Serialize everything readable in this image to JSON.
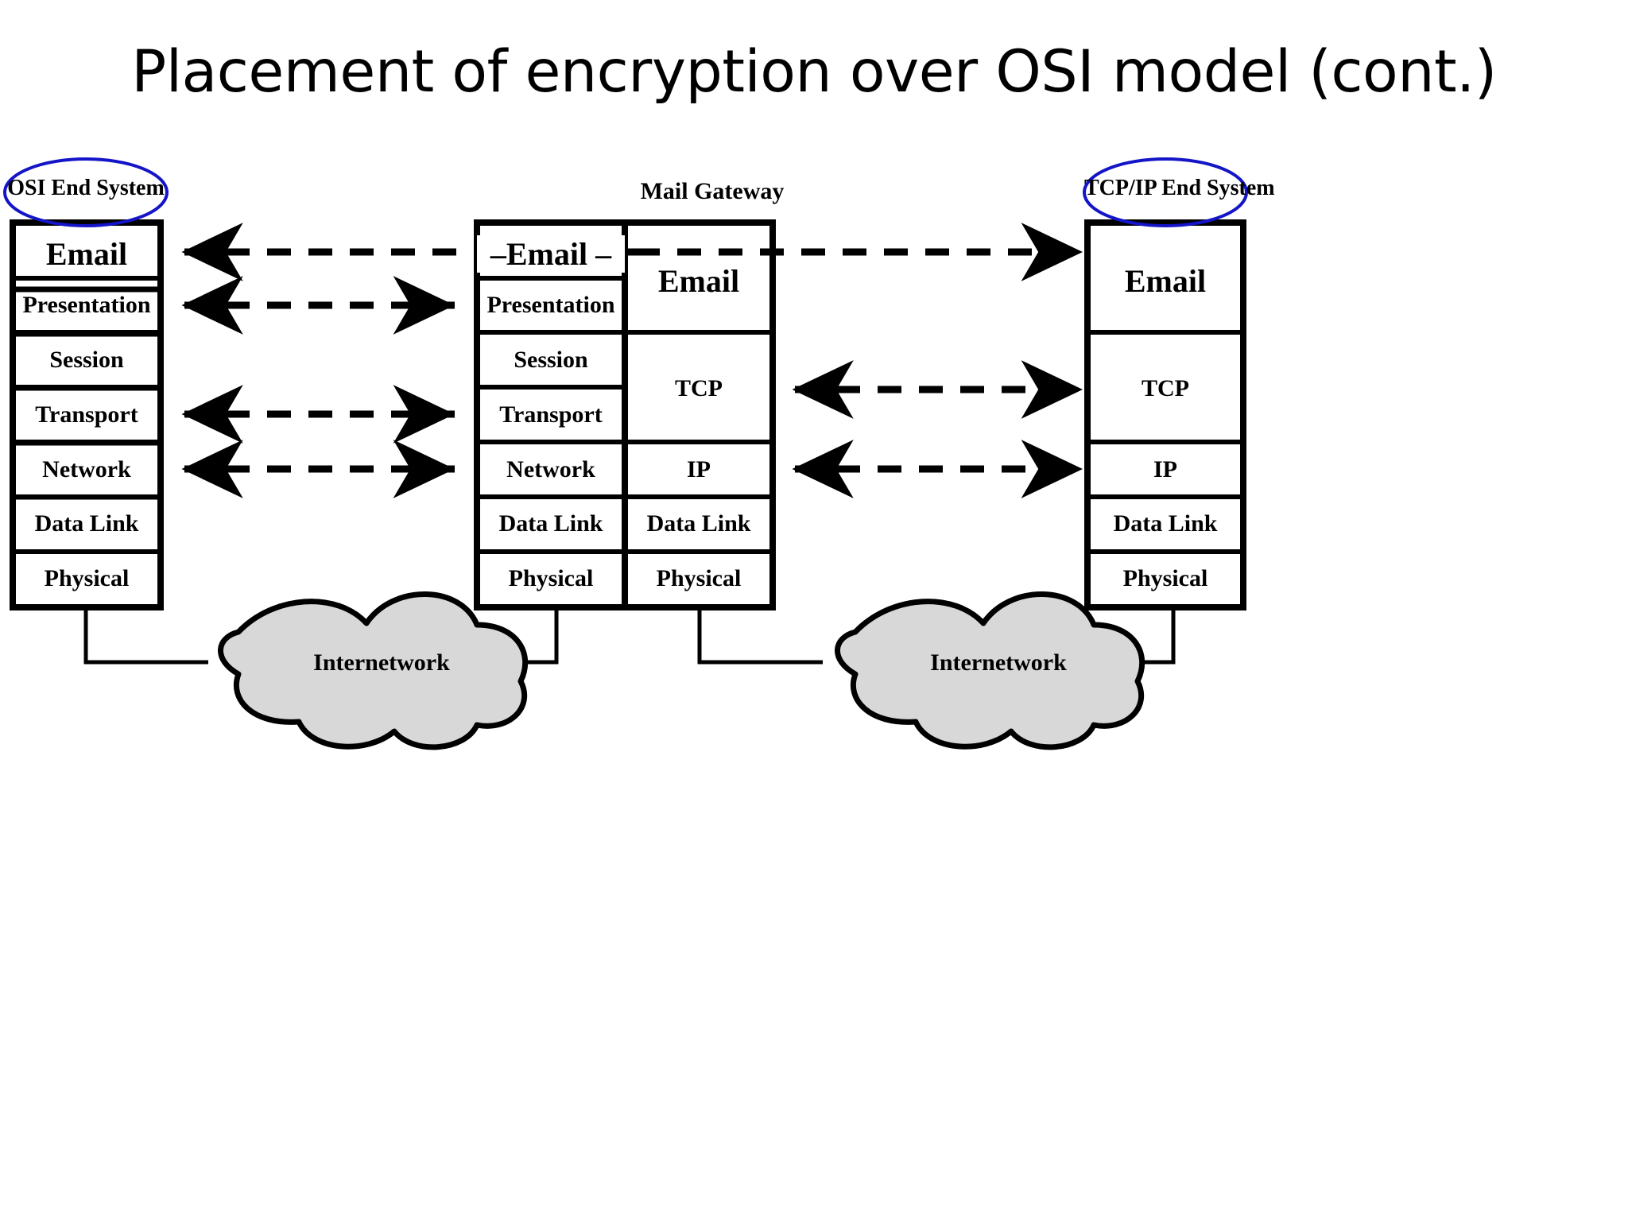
{
  "slide": {
    "title": "Placement of encryption over OSI model (cont.)"
  },
  "diagram": {
    "type": "network-layer-diagram",
    "colors": {
      "ellipse_stroke": "#1414c8",
      "cloud_fill": "#d8d8d8",
      "cloud_stroke": "#000000",
      "box_stroke": "#000000",
      "text": "#000000",
      "background": "#ffffff"
    },
    "captions": {
      "left_system": "OSI End\nSystem",
      "middle_system": "Mail Gateway",
      "right_system": "TCP/IP End\nSystem"
    },
    "left_stack": {
      "name": "OSI End System",
      "layers": [
        {
          "label": "Email",
          "emphasis": "big"
        },
        {
          "label": "Presentation",
          "emphasis": "normal"
        },
        {
          "label": "Session",
          "emphasis": "normal"
        },
        {
          "label": "Transport",
          "emphasis": "normal"
        },
        {
          "label": "Network",
          "emphasis": "normal"
        },
        {
          "label": "Data Link",
          "emphasis": "normal"
        },
        {
          "label": "Physical",
          "emphasis": "normal"
        }
      ]
    },
    "gateway_osi_stack": {
      "name": "Mail Gateway OSI side",
      "layers": [
        {
          "label": "–Email –",
          "emphasis": "big"
        },
        {
          "label": "Presentation",
          "emphasis": "normal"
        },
        {
          "label": "Session",
          "emphasis": "normal"
        },
        {
          "label": "Transport",
          "emphasis": "normal"
        },
        {
          "label": "Network",
          "emphasis": "normal"
        },
        {
          "label": "Data Link",
          "emphasis": "normal"
        },
        {
          "label": "Physical",
          "emphasis": "normal"
        }
      ]
    },
    "gateway_tcpip_stack": {
      "name": "Mail Gateway TCP/IP side",
      "layers": [
        {
          "label": "Email",
          "emphasis": "big",
          "span": 2
        },
        {
          "label": "TCP",
          "emphasis": "normal",
          "span": 2
        },
        {
          "label": "IP",
          "emphasis": "normal",
          "span": 1
        },
        {
          "label": "Data Link",
          "emphasis": "normal",
          "span": 1
        },
        {
          "label": "Physical",
          "emphasis": "normal",
          "span": 1
        }
      ]
    },
    "right_stack": {
      "name": "TCP/IP End System",
      "layers": [
        {
          "label": "Email",
          "emphasis": "big",
          "span": 2
        },
        {
          "label": "TCP",
          "emphasis": "normal",
          "span": 2
        },
        {
          "label": "IP",
          "emphasis": "normal",
          "span": 1
        },
        {
          "label": "Data Link",
          "emphasis": "normal",
          "span": 1
        },
        {
          "label": "Physical",
          "emphasis": "normal",
          "span": 1
        }
      ]
    },
    "clouds": [
      {
        "label": "Internetwork",
        "position": "left"
      },
      {
        "label": "Internetwork",
        "position": "right"
      }
    ],
    "peer_links": [
      {
        "from": "left.Email",
        "to": "gateway_osi.Email",
        "style": "dashed",
        "arrow": "left"
      },
      {
        "from": "left.Presentation",
        "to": "gateway_osi.Presentation",
        "style": "dashed",
        "arrow": "both"
      },
      {
        "from": "left.Transport",
        "to": "gateway_osi.Transport",
        "style": "dashed",
        "arrow": "both"
      },
      {
        "from": "left.Network",
        "to": "gateway_osi.Network",
        "style": "dashed",
        "arrow": "both"
      },
      {
        "from": "gateway_tcpip.Email",
        "to": "right.Email",
        "style": "dashed",
        "arrow": "right"
      },
      {
        "from": "gateway_tcpip.TCP",
        "to": "right.TCP",
        "style": "dashed",
        "arrow": "both"
      },
      {
        "from": "gateway_tcpip.IP",
        "to": "right.IP",
        "style": "dashed",
        "arrow": "both"
      }
    ]
  }
}
